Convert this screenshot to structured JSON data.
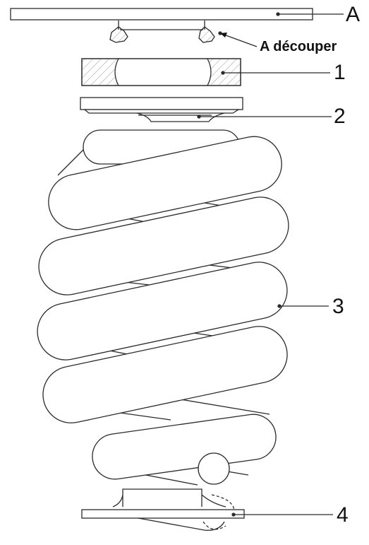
{
  "labels": {
    "a": "A",
    "cut_note": "A découper",
    "part1": "1",
    "part2": "2",
    "part3": "3",
    "part4": "4"
  },
  "colors": {
    "stroke": "#2b2b2b",
    "hatch": "#9a9a9a",
    "background": "#ffffff"
  }
}
